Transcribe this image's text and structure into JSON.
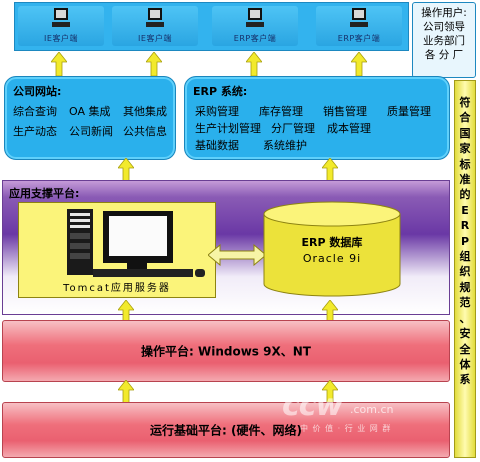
{
  "clients": [
    {
      "label": "IE客户端"
    },
    {
      "label": "IE客户端"
    },
    {
      "label": "ERP客户端"
    },
    {
      "label": "ERP客户端"
    }
  ],
  "users": {
    "lines": [
      "操作用户:",
      "公司领导",
      "业务部门",
      "各 分 厂"
    ]
  },
  "company_portal": {
    "title": "公司网站:",
    "rows": [
      [
        "综合查询",
        "OA 集成",
        "其他集成"
      ],
      [
        "生产动态",
        "公司新闻",
        "公共信息"
      ]
    ]
  },
  "erp_system": {
    "title": "ERP 系统:",
    "rows": [
      [
        "采购管理",
        "库存管理",
        "销售管理",
        "质量管理"
      ],
      [
        "生产计划管理",
        "分厂管理",
        "成本管理"
      ],
      [
        "基础数据",
        "系统维护"
      ]
    ]
  },
  "support_platform": {
    "title": "应用支撑平台:",
    "server_label": "Tomcat应用服务器",
    "db_title": "ERP 数据库",
    "db_subtitle": "Oracle 9i"
  },
  "os_platform": {
    "label": "操作平台: Windows 9X、NT"
  },
  "infra_platform": {
    "label": "运行基础平台: (硬件、网络)"
  },
  "standards_bar": {
    "chars": [
      "符",
      "合",
      "国",
      "家",
      "标",
      "准",
      "的",
      "E",
      "R",
      "P",
      "组",
      "织",
      "规",
      "范",
      "、",
      "安",
      "全",
      "体",
      "系"
    ]
  },
  "watermark": {
    "logo": "ccw",
    "domain": ".com.cn",
    "sub": "中 价 值 · 行 业 网 群"
  },
  "colors": {
    "panel_blue": "#2ab0ec",
    "arrow_yellow": "#f2ea2c",
    "platform_pink": "#ea6070",
    "purple": "#6a38a5"
  }
}
